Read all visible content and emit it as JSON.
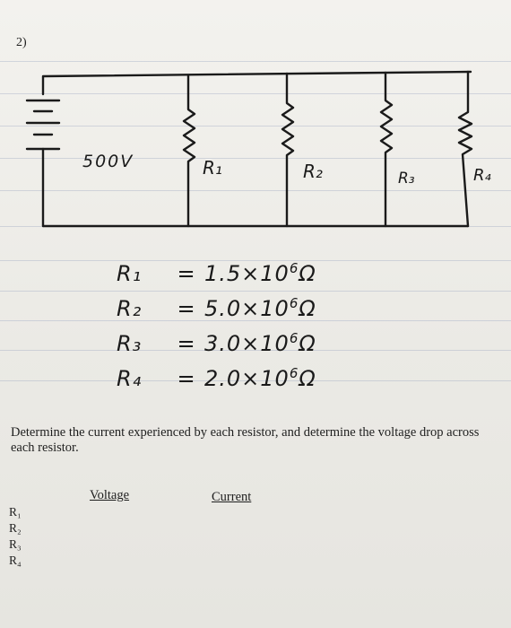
{
  "question": {
    "number": "2)"
  },
  "circuit": {
    "battery_label": "500V",
    "resistor_labels": [
      "R₁",
      "R₂",
      "R₃",
      "R₄"
    ]
  },
  "values": [
    {
      "name": "R₁",
      "eq": "=",
      "value": "1.5×10",
      "exp": "6",
      "unit": "Ω"
    },
    {
      "name": "R₂",
      "eq": "=",
      "value": "5.0×10",
      "exp": "6",
      "unit": "Ω"
    },
    {
      "name": "R₃",
      "eq": "=",
      "value": "3.0×10",
      "exp": "6",
      "unit": "Ω"
    },
    {
      "name": "R₄",
      "eq": "=",
      "value": "2.0×10",
      "exp": "6",
      "unit": "Ω"
    }
  ],
  "prompt": "Determine the current experienced by each resistor, and determine the voltage drop across each resistor.",
  "table": {
    "headers": {
      "voltage": "Voltage",
      "current": "Current"
    },
    "rows": [
      "R₁",
      "R₂",
      "R₃",
      "R₄"
    ]
  }
}
